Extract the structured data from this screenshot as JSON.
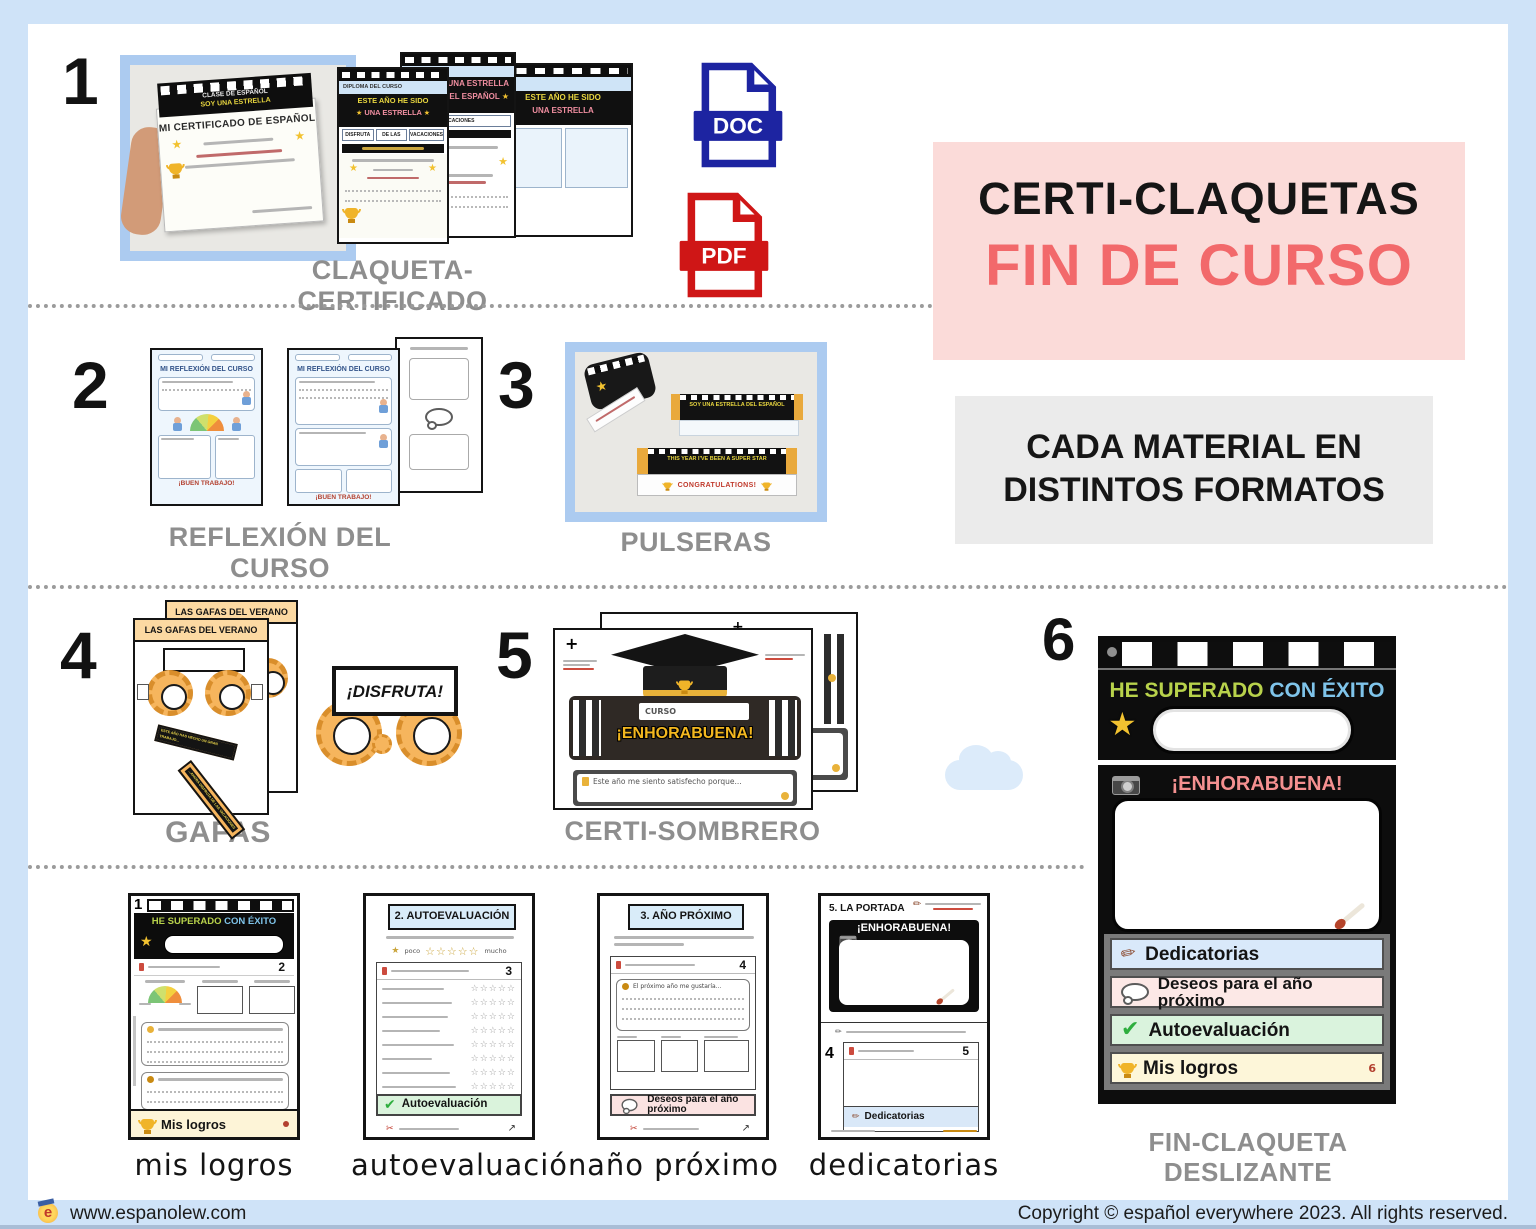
{
  "icons": {
    "pencil": "✏",
    "check": "✔",
    "star": "★",
    "stars_row": "☆☆☆☆☆",
    "scissors": "✂",
    "plus": "+",
    "arrow": "↗"
  },
  "header": {
    "title_line1": "CERTI-CLAQUETAS",
    "title_line2": "FIN DE CURSO",
    "subtitle_line1": "CADA MATERIAL EN",
    "subtitle_line2": "DISTINTOS FORMATOS"
  },
  "formats": {
    "doc": "DOC",
    "pdf": "PDF"
  },
  "s1": {
    "number": "1",
    "label": "CLAQUETA-CERTIFICADO",
    "photo": {
      "clapper_line1": "CLASE DE ESPAÑOL",
      "clapper_line2": "SOY UNA ESTRELLA",
      "cert_title": "MI CERTIFICADO DE ESPAÑOL"
    },
    "sheet": {
      "header": "DIPLOMA DEL CURSO",
      "black_line1": "ESTE AÑO HE SIDO",
      "black_line2": "UNA ESTRELLA",
      "cells": [
        "DISFRUTA",
        "DE LAS",
        "VACACIONES"
      ]
    },
    "sheet_b": {
      "line1": "SOY UNA ESTRELLA",
      "line2": "DEL ESPAÑOL"
    }
  },
  "s2": {
    "number": "2",
    "label": "REFLEXIÓN DEL CURSO",
    "sheet_title": "MI REFLEXIÓN DEL CURSO",
    "sheet_footer": "¡BUEN TRABAJO!"
  },
  "s3": {
    "number": "3",
    "label": "PULSERAS",
    "band1": "SOY UNA ESTRELLA DEL ESPAÑOL",
    "band2": "THIS YEAR I'VE BEEN A SUPER STAR",
    "band2_sub": "CONGRATULATIONS!"
  },
  "s4": {
    "number": "4",
    "label": "GAFAS",
    "sheet_title": "LAS GAFAS DEL VERANO",
    "banner": "¡DISFRUTA!",
    "arm1": "ESTE AÑO HAS HECHO UN GRAN TRABAJO...",
    "arm2": "...AHORA DISFRUTA DE LAS VACACIONES"
  },
  "s5": {
    "number": "5",
    "label": "CERTI-SOMBRERO",
    "field": "CURSO",
    "congrats": "¡ENHORABUENA!",
    "prompt": "Este año me siento satisfecho porque..."
  },
  "s6": {
    "number": "6",
    "label": "FIN-CLAQUETA DESLIZANTE",
    "heading_green": "HE SUPERADO",
    "heading_blue": "CON ÉXITO",
    "congrats": "¡ENHORABUENA!",
    "items": [
      {
        "label": "Dedicatorias",
        "icon": "pencil-icon",
        "bg": "#d9e9fa"
      },
      {
        "label": "Deseos para el año próximo",
        "icon": "thought-bubble-icon",
        "bg": "#fce8e6"
      },
      {
        "label": "Autoevaluación",
        "icon": "checkmark-icon",
        "bg": "#daf3dd"
      },
      {
        "label": "Mis logros",
        "icon": "trophy-icon",
        "bg": "#fdf6d9"
      }
    ],
    "item_badge": "6"
  },
  "sheets": [
    {
      "page_number": "1",
      "clapper_green": "HE SUPERADO",
      "clapper_blue": "CON ÉXITO",
      "step": "2",
      "footer": "Mis logros",
      "caption": "mis logros"
    },
    {
      "title": "2. AUTOEVALUACIÓN",
      "scale_low": "poco",
      "scale_high": "mucho",
      "step": "3",
      "footer": "Autoevaluación",
      "caption": "autoevaluación"
    },
    {
      "title": "3. AÑO PRÓXIMO",
      "step": "4",
      "prompt": "El próximo año me gustaría...",
      "footer": "Deseos para el año próximo",
      "caption": "año próximo"
    },
    {
      "title": "5. LA PORTADA",
      "congrats": "¡ENHORABUENA!",
      "big_number": "4",
      "step": "5",
      "footer": "Dedicatorias",
      "caption": "dedicatorias"
    }
  ],
  "footer": {
    "logo_letter": "e",
    "website": "www.espanolew.com",
    "copyright": "Copyright © español everywhere 2023. All rights reserved."
  }
}
